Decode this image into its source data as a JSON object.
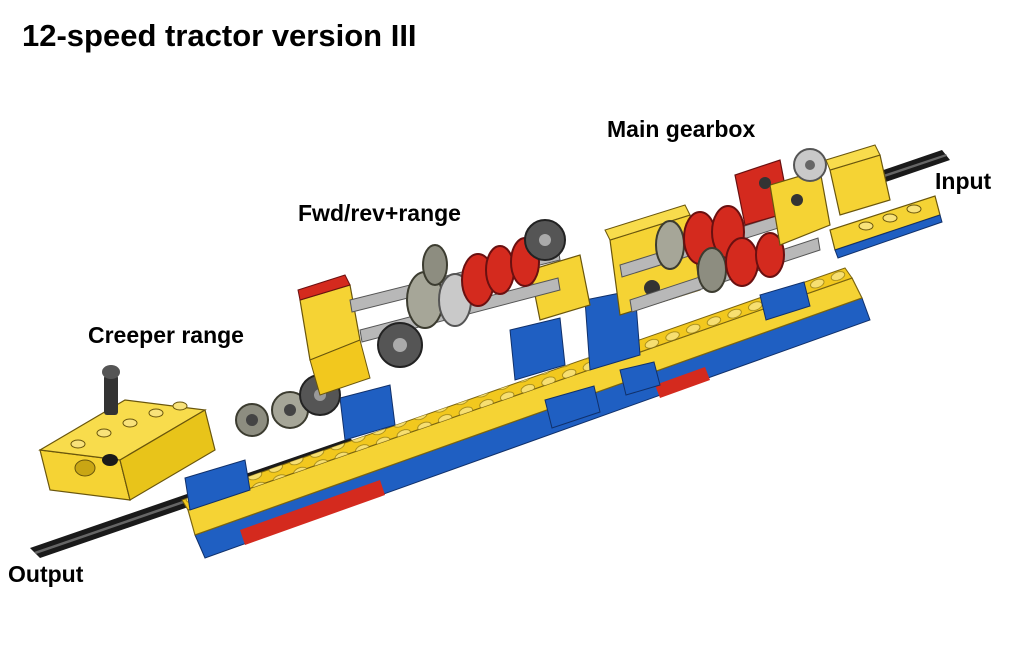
{
  "title": "12-speed tractor version III",
  "labels": {
    "main_gearbox": "Main gearbox",
    "input": "Input",
    "fwd_rev_range": "Fwd/rev+range",
    "creeper_range": "Creeper range",
    "output": "Output"
  },
  "colors": {
    "yellow": "#F5D334",
    "blue": "#1F5FC2",
    "red": "#D42A1E",
    "gray": "#B8B8B8",
    "dark_gray": "#555555",
    "black": "#1A1A1A"
  }
}
